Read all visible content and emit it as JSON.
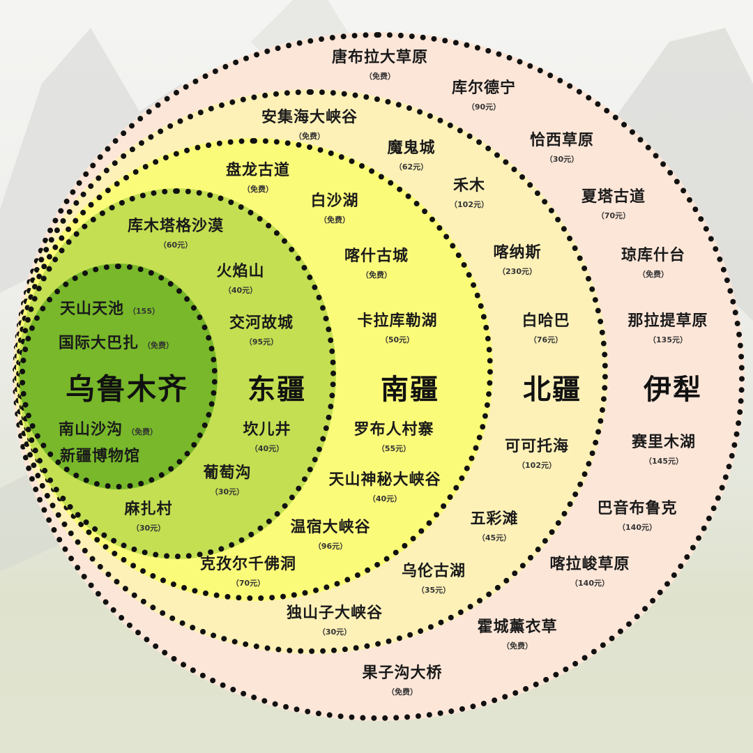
{
  "colors": {
    "yili": "#fce6d8",
    "beijiang": "#fdf1b8",
    "nanjiang": "#fbfb7a",
    "dongjiang": "#c4df52",
    "urumqi": "#78b82a",
    "dots": "#111111"
  },
  "regions": {
    "urumqi": "乌鲁木齐",
    "dongjiang": "东疆",
    "nanjiang": "南疆",
    "beijiang": "北疆",
    "yili": "伊犁"
  },
  "urumqi": [
    {
      "name": "天山天池",
      "price": "（155）"
    },
    {
      "name": "国际大巴扎",
      "price": "（免费）"
    },
    {
      "name": "南山沙沟",
      "price": "（免费）"
    },
    {
      "name": "新疆博物馆",
      "price": ""
    }
  ],
  "dongjiang": [
    {
      "name": "库木塔格沙漠",
      "price": "（60元）"
    },
    {
      "name": "火焰山",
      "price": "（40元）"
    },
    {
      "name": "交河故城",
      "price": "（95元）"
    },
    {
      "name": "坎儿井",
      "price": "（40元）"
    },
    {
      "name": "葡萄沟",
      "price": "（30元）"
    },
    {
      "name": "麻扎村",
      "price": "（30元）"
    }
  ],
  "nanjiang": [
    {
      "name": "盘龙古道",
      "price": "（免费）"
    },
    {
      "name": "白沙湖",
      "price": "（免费）"
    },
    {
      "name": "喀什古城",
      "price": "（免费）"
    },
    {
      "name": "卡拉库勒湖",
      "price": "（50元）"
    },
    {
      "name": "罗布人村寨",
      "price": "（55元）"
    },
    {
      "name": "天山神秘大峡谷",
      "price": "（40元）"
    },
    {
      "name": "温宿大峡谷",
      "price": "（96元）"
    },
    {
      "name": "克孜尔千佛洞",
      "price": "（70元）"
    }
  ],
  "beijiang": [
    {
      "name": "安集海大峡谷",
      "price": "（免费）"
    },
    {
      "name": "魔鬼城",
      "price": "（62元）"
    },
    {
      "name": "禾木",
      "price": "（102元）"
    },
    {
      "name": "喀纳斯",
      "price": "（230元）"
    },
    {
      "name": "白哈巴",
      "price": "（76元）"
    },
    {
      "name": "可可托海",
      "price": "（102元）"
    },
    {
      "name": "五彩滩",
      "price": "（45元）"
    },
    {
      "name": "乌伦古湖",
      "price": "（35元）"
    },
    {
      "name": "独山子大峡谷",
      "price": "（30元）"
    }
  ],
  "yili": [
    {
      "name": "唐布拉大草原",
      "price": "（免费）"
    },
    {
      "name": "库尔德宁",
      "price": "（90元）"
    },
    {
      "name": "恰西草原",
      "price": "（30元）"
    },
    {
      "name": "夏塔古道",
      "price": "（70元）"
    },
    {
      "name": "琼库什台",
      "price": "（免费）"
    },
    {
      "name": "那拉提草原",
      "price": "（135元）"
    },
    {
      "name": "赛里木湖",
      "price": "（145元）"
    },
    {
      "name": "巴音布鲁克",
      "price": "（140元）"
    },
    {
      "name": "喀拉峻草原",
      "price": "（140元）"
    },
    {
      "name": "霍城薰衣草",
      "price": "（免费）"
    },
    {
      "name": "果子沟大桥",
      "price": "（免费）"
    }
  ]
}
